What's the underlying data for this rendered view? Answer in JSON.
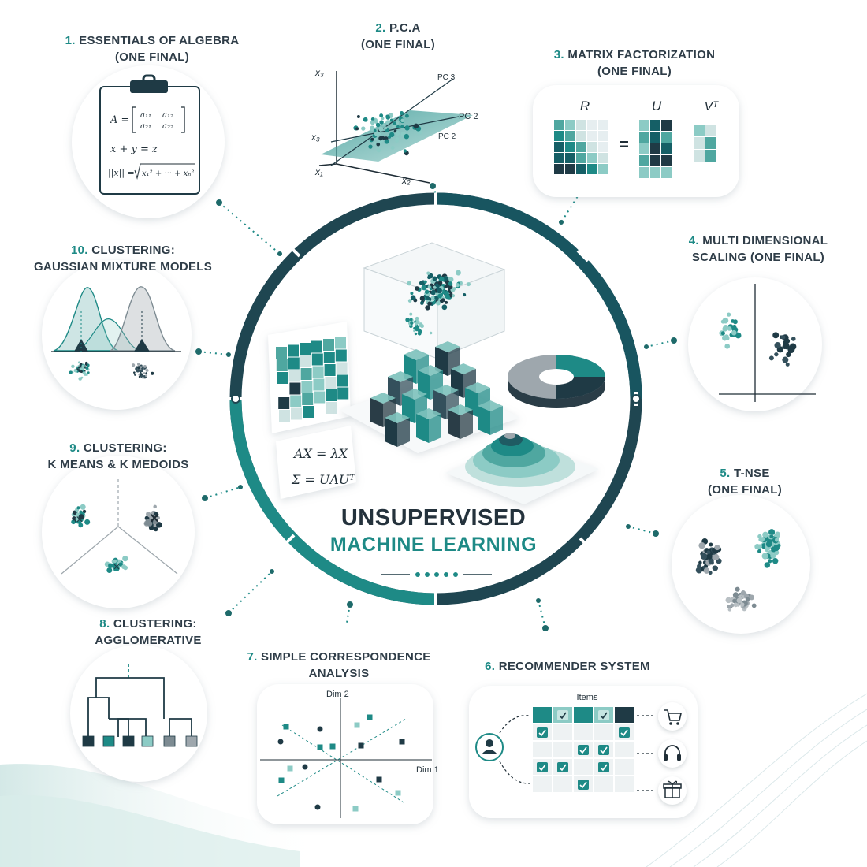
{
  "center": {
    "title_line1": "UNSUPERVISED",
    "title_line2": "MACHINE LEARNING",
    "eq1": "AX = λX",
    "eq2": "Σ = UΛUᵀ"
  },
  "topics": [
    {
      "num": "1.",
      "line1": "ESSENTIALS OF ALGEBRA",
      "line2": "(ONE FINAL)"
    },
    {
      "num": "2.",
      "line1": "P.C.A",
      "line2": "(ONE FINAL)"
    },
    {
      "num": "3.",
      "line1": "MATRIX FACTORIZATION",
      "line2": "(ONE FINAL)"
    },
    {
      "num": "4.",
      "line1": "MULTI DIMENSIONAL",
      "line2": "SCALING (ONE FINAL)"
    },
    {
      "num": "5.",
      "line1": "T-NSE",
      "line2": "(ONE FINAL)"
    },
    {
      "num": "6.",
      "line1": "RECOMMENDER SYSTEM",
      "line2": ""
    },
    {
      "num": "7.",
      "line1": "SIMPLE CORRESPONDENCE",
      "line2": "ANALYSIS"
    },
    {
      "num": "8.",
      "line1": "CLUSTERING:",
      "line2": "AGGLOMERATIVE"
    },
    {
      "num": "9.",
      "line1": "CLUSTERING:",
      "line2": "K MEANS & K MEDOIDS"
    },
    {
      "num": "10.",
      "line1": "CLUSTERING:",
      "line2": "GAUSSIAN MIXTURE MODELS"
    }
  ],
  "algebra": {
    "matrix_lhs": "A =",
    "a11": "a₁₁",
    "a12": "a₁₂",
    "a21": "a₂₁",
    "a22": "a₂₂",
    "eq_sum": "x + y = z",
    "norm_lhs": "||x|| =",
    "norm_rhs": "x₁² + ··· + xₙ²"
  },
  "pca": {
    "x3_top": "x₃",
    "x3_side": "x₃",
    "x1": "x₁",
    "x2": "x₂",
    "pc3": "PC 3",
    "pc2": "PC 2",
    "pc2b": "PC 2"
  },
  "matrix_factorization": {
    "r": "R",
    "u": "U",
    "vt": "Vᵀ",
    "equals": "="
  },
  "correspondence": {
    "dim2": "Dim 2",
    "dim1": "Dim 1"
  },
  "recommender": {
    "items": "Items"
  },
  "colors": {
    "teal": "#1e8a86",
    "dark": "#1f3a45",
    "light_teal": "#8ccbc5",
    "gray": "#9ea7ad"
  },
  "icons": [
    "clipboard-icon",
    "user-icon",
    "cart-icon",
    "headphones-icon",
    "gift-icon",
    "checkmark-icon"
  ]
}
